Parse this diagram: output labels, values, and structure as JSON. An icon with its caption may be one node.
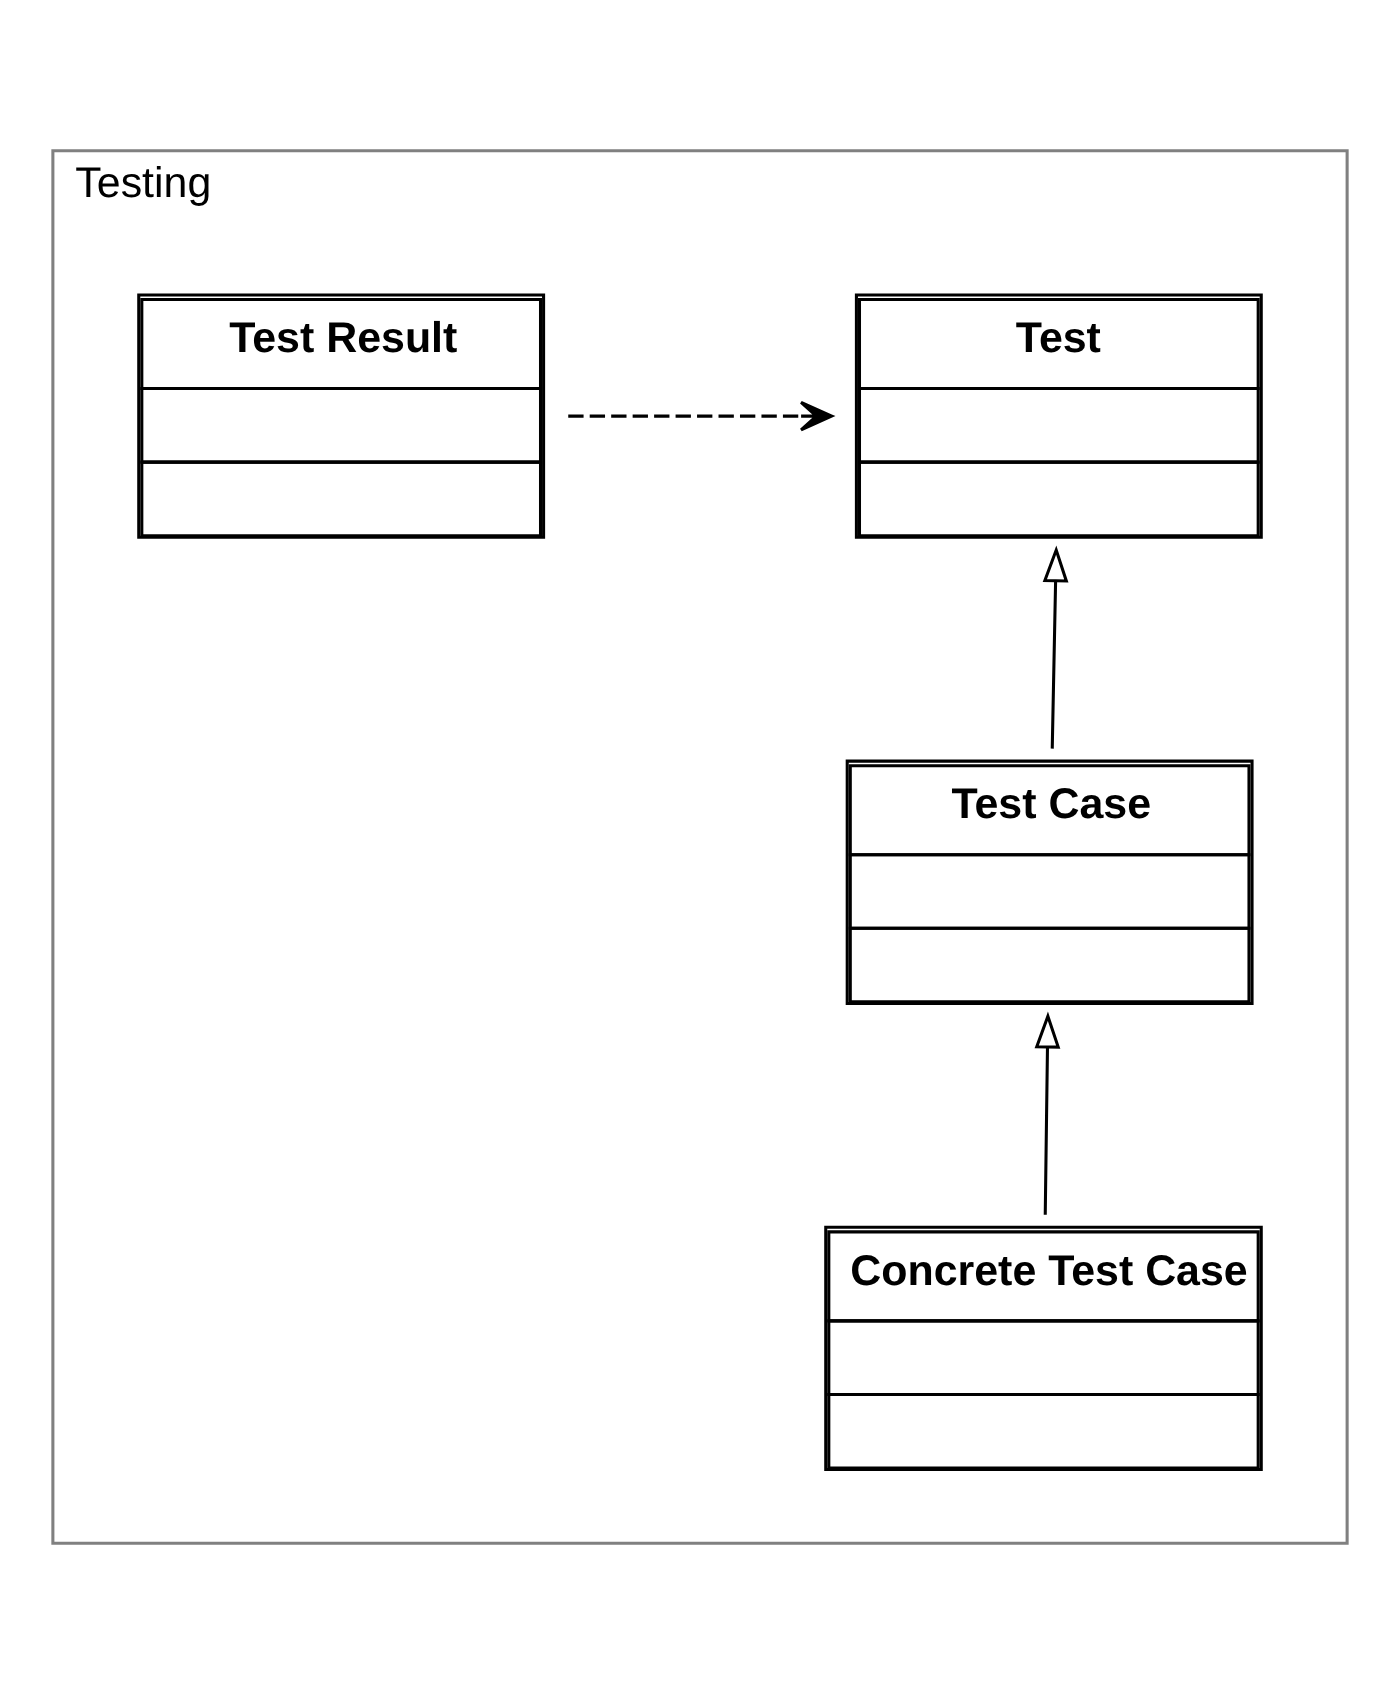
{
  "diagram": {
    "nodes": [
      {
        "text": [
          "Testing"
        ]
      },
      {
        "text": [
          "Test Result"
        ],
        "in": 0
      },
      {
        "text": [
          "Test"
        ],
        "in": 0
      },
      {
        "text": [
          "Test Case"
        ],
        "in": 0
      },
      {
        "text": [
          "Concrete Test Case"
        ],
        "in": 0
      }
    ],
    "edges": [
      {
        "from": 1,
        "to": 2,
        "arrow": "to",
        "style": "dashed"
      },
      {
        "from": 3,
        "to": 2,
        "arrow": "to"
      },
      {
        "from": 4,
        "to": 3,
        "arrow": "to"
      }
    ]
  }
}
